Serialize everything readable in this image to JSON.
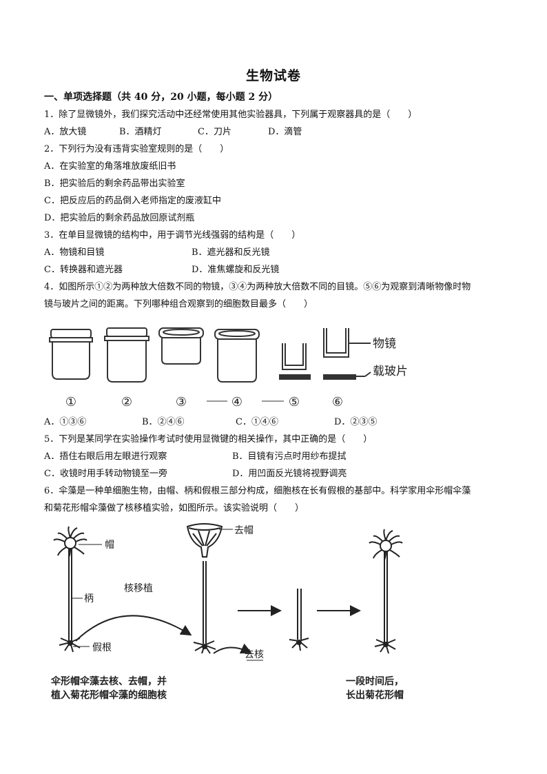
{
  "title": "生物试卷",
  "section": "一、单项选择题（共 40 分，20 小题，每小题 2 分）",
  "questions": {
    "q1": {
      "stem": "1．除了显微镜外，我们探究活动中还经常使用其他实验器具，下列属于观察器具的是（　　）",
      "options": [
        "A．放大镜",
        "B．酒精灯",
        "C．刀片",
        "D．滴管"
      ]
    },
    "q2": {
      "stem": "2．下列行为没有违背实验室规则的是（　　）",
      "options": [
        "A．在实验室的角落堆放废纸旧书",
        "B．把实验后的剩余药品带出实验室",
        "C．把反应后的药品倒入老师指定的废液缸中",
        "D．把实验后的剩余药品放回原试剂瓶"
      ]
    },
    "q3": {
      "stem": "3．在单目显微镜的结构中，用于调节光线强弱的结构是（　　）",
      "options": [
        "A．物镜和目镜",
        "B．遮光器和反光镜",
        "C．转换器和遮光器",
        "D．准焦螺旋和反光镜"
      ]
    },
    "q4": {
      "stem_line1": "4．如图所示①②为两种放大倍数不同的物镜，③④为两种放大倍数不同的目镜。⑤⑥为观察到清晰物像时物",
      "stem_line2": "镜与玻片之间的距离。下列哪种组合观察到的细胞数目最多（　　）",
      "figure_labels": [
        "①",
        "②",
        "③",
        "④",
        "⑤",
        "⑥"
      ],
      "figure_text": {
        "objective": "物镜",
        "slide": "载玻片"
      },
      "options": [
        "A．①③⑥",
        "B．②④⑥",
        "C．①④⑥",
        "D．②③⑤"
      ]
    },
    "q5": {
      "stem": "5．下列是某同学在实验操作考试时使用显微键的相关操作，其中正确的是（　　）",
      "options": [
        "A．捂住右眼后用左眼进行观察",
        "B．目镜有污点时用纱布提拭",
        "C．收镜时用手转动物镜至一旁",
        "D．用凹面反光镜将视野调亮"
      ]
    },
    "q6": {
      "stem_line1": "6．伞藻是一种单细胞生物，由帽、柄和假根三部分构成，细胞核在长有假根的基部中。科学家用伞形帽伞藻",
      "stem_line2": "和菊花形帽伞藻做了核移植实验，如图所示。该实验说明（　　）",
      "figure_text": {
        "cap": "帽",
        "stalk": "柄",
        "rhizoid": "假根",
        "transplant": "核移植",
        "remove_cap": "去帽",
        "remove_nucleus": "去核",
        "caption_left_1": "伞形帽伞藻去核、去帽，并",
        "caption_left_2": "植入菊花形帽伞藻的细胞核",
        "caption_right_1": "一段时间后，",
        "caption_right_2": "长出菊花形帽"
      }
    }
  }
}
